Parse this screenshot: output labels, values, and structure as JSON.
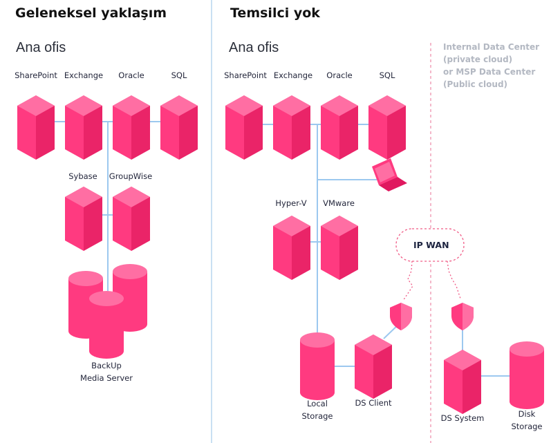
{
  "left": {
    "title": "Geleneksel yaklaşım",
    "subtitle": "Ana ofis",
    "servers": [
      "SharePoint",
      "Exchange",
      "Oracle",
      "SQL"
    ],
    "row2": [
      "Sybase",
      "GroupWise"
    ],
    "backup": {
      "line1": "BackUp",
      "line2": "Media Server"
    }
  },
  "right": {
    "title": "Temsilci yok",
    "subtitle": "Ana ofis",
    "servers": [
      "SharePoint",
      "Exchange",
      "Oracle",
      "SQL"
    ],
    "hypervisors": [
      "Hyper-V",
      "VMware"
    ],
    "local_storage": {
      "line1": "Local",
      "line2": "Storage"
    },
    "ds_client": "DS Client",
    "wan": "IP WAN"
  },
  "remote": {
    "heading": [
      "Internal Data Center",
      "(private cloud)",
      "or MSP Data Center",
      "(Public cloud)"
    ],
    "ds_system": "DS System",
    "disk_storage": {
      "line1": "Disk",
      "line2": "Storage"
    }
  },
  "colors": {
    "node": "#ff3a80",
    "node_top": "#ff6ea3",
    "node_side": "#e0185f",
    "line": "#9cc8ef",
    "divider": "#c9e0f3",
    "dashed": "#f0a0b8"
  }
}
